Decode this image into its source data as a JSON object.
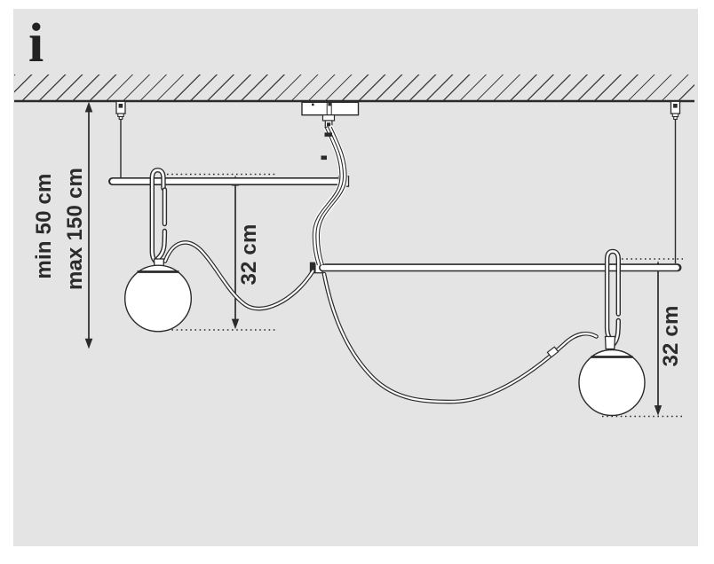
{
  "icons": {
    "info": "i"
  },
  "labels": {
    "suspension_min": "min 50 cm",
    "suspension_max": "max 150 cm",
    "left_globe_drop": "32 cm",
    "right_globe_drop": "32 cm"
  },
  "diagram": {
    "type": "lamp-installation-instruction",
    "measurements": [
      {
        "name": "ceiling-to-fixture-drop",
        "min": "min 50 cm",
        "max": "max 150 cm"
      },
      {
        "name": "left-arm-to-globe-bottom",
        "value": "32 cm"
      },
      {
        "name": "right-arm-to-globe-bottom",
        "value": "32 cm"
      }
    ]
  },
  "colors": {
    "page_bg": "#ffffff",
    "panel_bg": "#e4e4e4",
    "line": "#2b2b2b",
    "glass_fill": "#ffffff",
    "text": "#2b2b2b"
  }
}
